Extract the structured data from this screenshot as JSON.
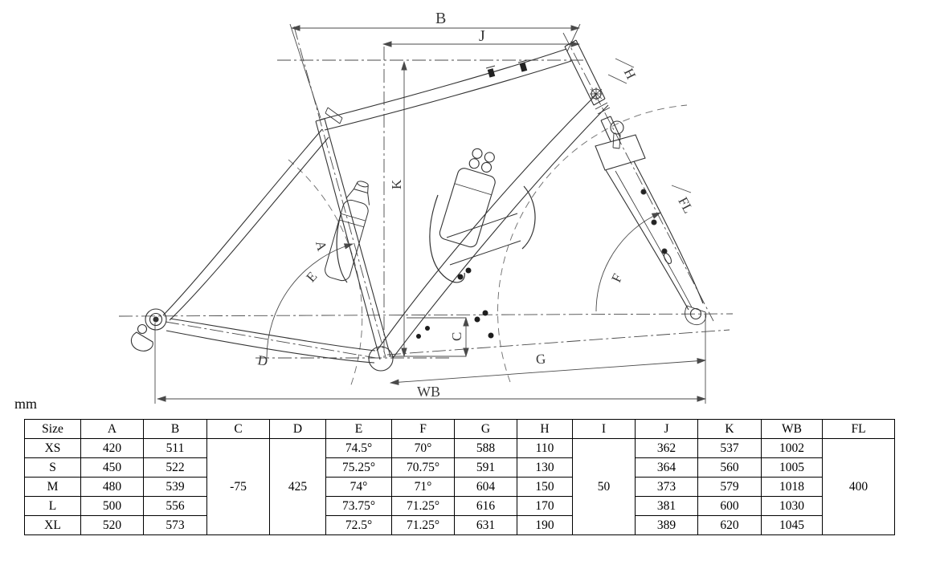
{
  "units_label": "mm",
  "diagram": {
    "labels": {
      "effective_top_tube": "B",
      "reach": "J",
      "stack": "K",
      "seat_tube_length": "A",
      "seat_tube_angle": "E",
      "head_tube_angle": "F",
      "head_tube_length": "H",
      "bb_drop": "C",
      "chainstay": "D",
      "front_center": "G",
      "wheelbase": "WB",
      "fork_length": "FL"
    }
  },
  "table": {
    "columns": [
      "Size",
      "A",
      "B",
      "C",
      "D",
      "E",
      "F",
      "G",
      "H",
      "I",
      "J",
      "K",
      "WB",
      "FL"
    ],
    "merged_columns": {
      "3": "-75",
      "4": "425",
      "9": "50",
      "13": "400"
    },
    "rows": [
      [
        "XS",
        "420",
        "511",
        "74.5°",
        "70°",
        "588",
        "110",
        "362",
        "537",
        "1002"
      ],
      [
        "S",
        "450",
        "522",
        "75.25°",
        "70.75°",
        "591",
        "130",
        "364",
        "560",
        "1005"
      ],
      [
        "M",
        "480",
        "539",
        "74°",
        "71°",
        "604",
        "150",
        "373",
        "579",
        "1018"
      ],
      [
        "L",
        "500",
        "556",
        "73.75°",
        "71.25°",
        "616",
        "170",
        "381",
        "600",
        "1030"
      ],
      [
        "XL",
        "520",
        "573",
        "72.5°",
        "71.25°",
        "631",
        "190",
        "389",
        "620",
        "1045"
      ]
    ]
  }
}
